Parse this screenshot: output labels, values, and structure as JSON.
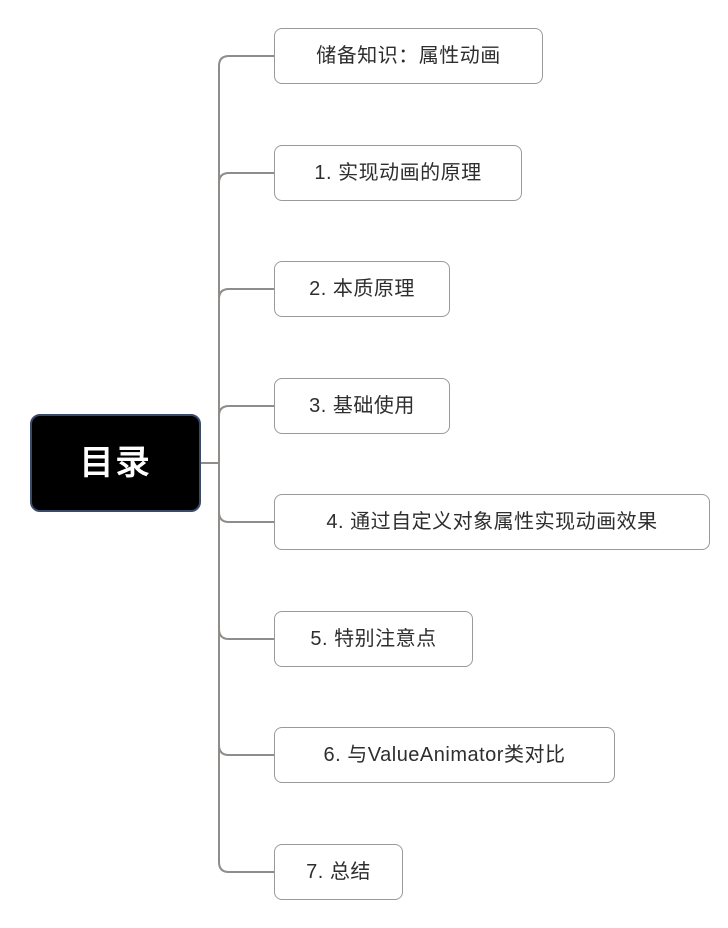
{
  "root": {
    "label": "目录"
  },
  "topics": [
    {
      "label": "储备知识：属性动画"
    },
    {
      "label": "1. 实现动画的原理"
    },
    {
      "label": "2. 本质原理"
    },
    {
      "label": "3. 基础使用"
    },
    {
      "label": "4. 通过自定义对象属性实现动画效果"
    },
    {
      "label": "5. 特别注意点"
    },
    {
      "label": "6. 与ValueAnimator类对比"
    },
    {
      "label": "7. 总结"
    }
  ],
  "colors": {
    "background": "#ffffff",
    "root_fill": "#000000",
    "root_border": "#3a4a6b",
    "root_text": "#ffffff",
    "topic_fill": "#ffffff",
    "topic_border": "#9a9a9a",
    "topic_text": "#2e2e2e",
    "connector": "#8f8c89"
  }
}
